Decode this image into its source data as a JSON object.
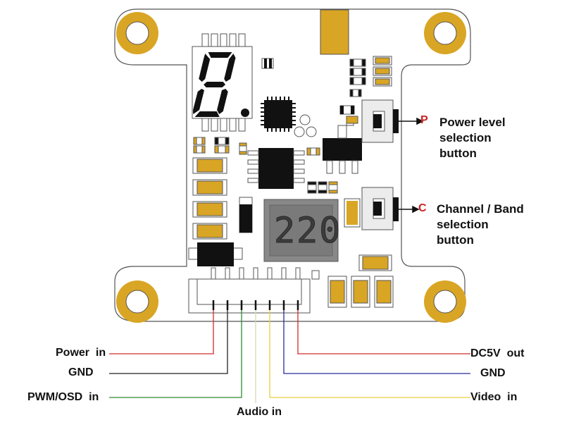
{
  "labels": {
    "power_level_button": "Power level\nselection\nbutton",
    "channel_band_button": "Channel / Band\nselection\nbutton",
    "power_in": "Power  in",
    "gnd_left": "GND",
    "pwm_osd_in": "PWM/OSD  in",
    "audio_in": "Audio in",
    "dc5v_out": "DC5V  out",
    "gnd_right": "GND",
    "video_in": "Video  in",
    "p_letter": "P",
    "c_letter": "C",
    "inductor_marking": "220",
    "seven_segment_digit": "8"
  },
  "colors": {
    "gold": "#d9a524",
    "board_outline": "#555555",
    "chip_black": "#111111",
    "wire_red": "#d42a2a",
    "wire_black": "#222222",
    "wire_green": "#2e8b2e",
    "wire_white": "#e8e8c8",
    "wire_yellow": "#e8d040",
    "wire_blue": "#2a2a9a",
    "letter_red": "#cc2222"
  }
}
